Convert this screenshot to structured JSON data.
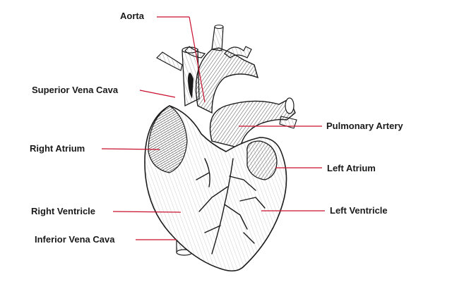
{
  "labels": {
    "aorta": "Aorta",
    "superior_vena_cava": "Superior Vena Cava",
    "right_atrium": "Right Atrium",
    "right_ventricle": "Right Ventricle",
    "inferior_vena_cava": "Inferior Vena Cava",
    "pulmonary_artery": "Pulmonary Artery",
    "left_atrium": "Left Atrium",
    "left_ventricle": "Left Ventricle"
  },
  "colors": {
    "leader_line": "#c8102e",
    "ink": "#1a1a1a",
    "background": "#ffffff"
  }
}
